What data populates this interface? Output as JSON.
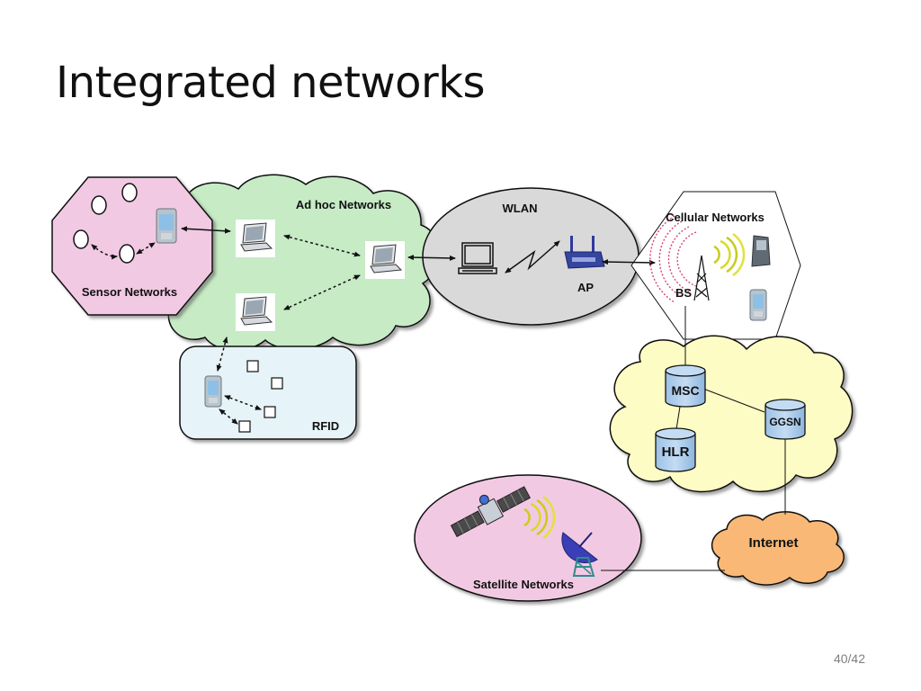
{
  "slide": {
    "title": "Integrated networks",
    "page_number": "40/42"
  },
  "diagram": {
    "sensor_networks": "Sensor Networks",
    "adhoc_networks": "Ad hoc Networks",
    "wlan": "WLAN",
    "ap": "AP",
    "cellular_networks": "Cellular Networks",
    "bs": "BS",
    "rfid": "RFID",
    "msc": "MSC",
    "hlr": "HLR",
    "ggsn": "GGSN",
    "internet": "Internet",
    "satellite_networks": "Satellite Networks"
  },
  "colors": {
    "sensor_fill": "#f2c9e3",
    "adhoc_fill": "#c6ebc5",
    "wlan_fill": "#d9d9d9",
    "rfid_fill": "#e6f3f8",
    "core_fill": "#fdfcc4",
    "internet_fill": "#f9b876",
    "satellite_fill": "#f2c9e3",
    "db_fill": "#a8cbea"
  }
}
